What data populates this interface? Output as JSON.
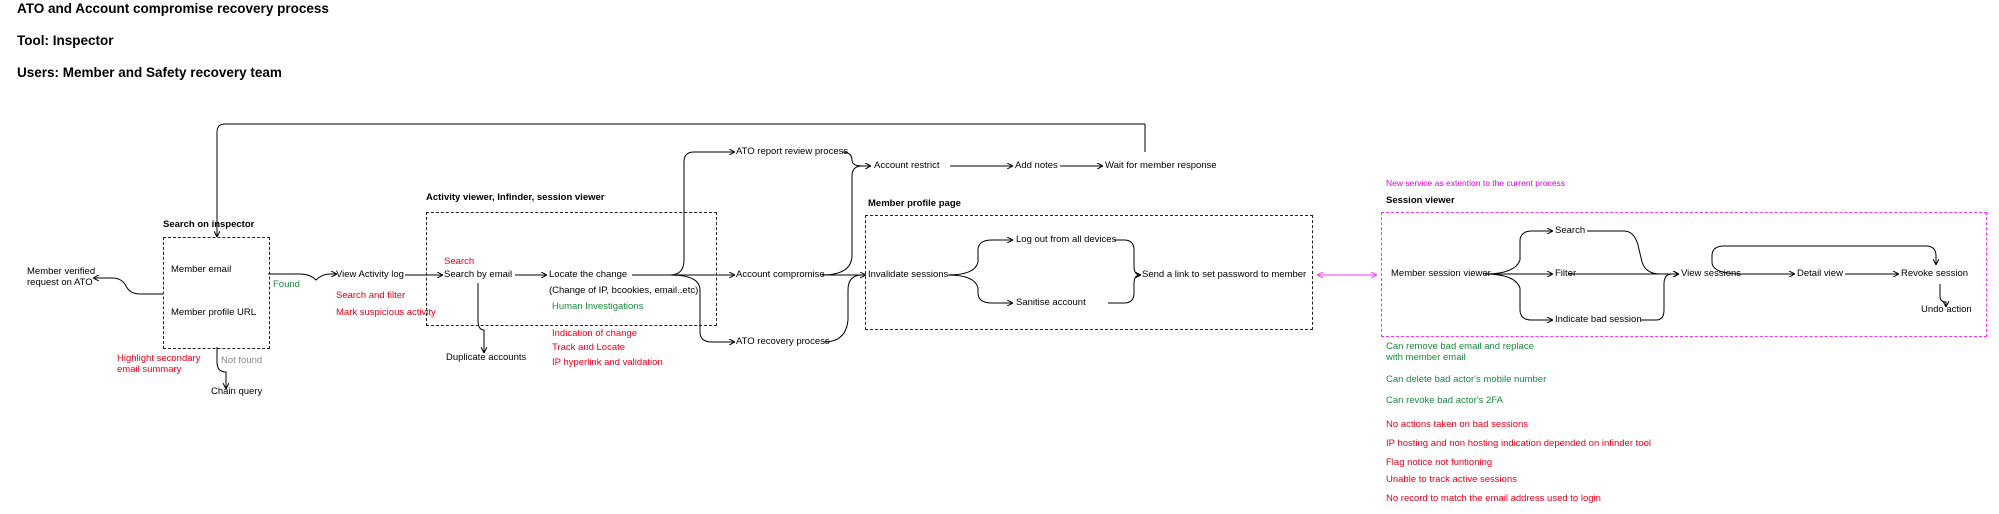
{
  "header": {
    "title": "ATO and Account compromise recovery process",
    "tool": "Tool: Inspector",
    "users": "Users: Member and Safety recovery team"
  },
  "nodes": {
    "member_verified": [
      "Member verified",
      "request on ATO"
    ],
    "search_on_inspector": "Search on inspector",
    "member_email": "Member email",
    "member_profile_url": "Member profile URL",
    "found": "Found",
    "not_found": "Not found",
    "chain_query": "Chain query",
    "highlight_secondary": [
      "Highlight secondary",
      "email summary"
    ],
    "view_activity_log": "View Activity log",
    "search_and_filter": "Search and filter",
    "mark_suspicious": "Mark suspicious activity",
    "activity_viewer_title": "Activity viewer, Infinder, session viewer",
    "search_red": "Search",
    "search_by_email": "Search by email",
    "locate_change": "Locate the change",
    "change_detail": "(Change of IP, bcookies, email..etc)",
    "human_investigations": "Human Investigations",
    "duplicate_accounts": "Duplicate accounts",
    "indication_of_change": "Indication of change",
    "track_and_locate": "Track and Locate",
    "ip_hyperlink": "IP hyperlink and validation",
    "ato_report_review": "ATO report review process",
    "account_compromise": "Account compromise",
    "ato_recovery": "ATO recovery process",
    "account_restrict": "Account restrict",
    "add_notes": "Add notes",
    "wait_member": "Wait for member response",
    "member_profile_page": "Member profile page",
    "invalidate_sessions": "Invalidate sessions",
    "log_out_all": "Log out from all devices",
    "sanitise_account": "Sanitise account",
    "send_link": "Send a link to set password to member",
    "new_service": "New service as extention to the current process",
    "session_viewer_title": "Session viewer",
    "member_session_viewer": "Member session viewer",
    "sv_search": "Search",
    "sv_filter": "Filter",
    "indicate_bad_session": "Indicate bad session",
    "view_sessions": "View sessions",
    "detail_view": "Detail view",
    "revoke_session": "Revoke session",
    "undo_action": "Undo action"
  },
  "notes": {
    "green": [
      [
        "Can remove bad email and replace",
        "with member email"
      ],
      [
        "Can delete bad actor's mobile number"
      ],
      [
        "Can revoke bad actor's 2FA"
      ]
    ],
    "red": [
      "No actions taken on bad sessions",
      "IP hosting and non hosting indication depended on infinder tool",
      "Flag notice not funtioning",
      "Unable to track active sessions",
      "No record to match the email address used to login"
    ]
  },
  "colors": {
    "red": "#e8001c",
    "green": "#1a8a3c",
    "magenta": "#e600e6",
    "gray": "#8a8a8a"
  }
}
